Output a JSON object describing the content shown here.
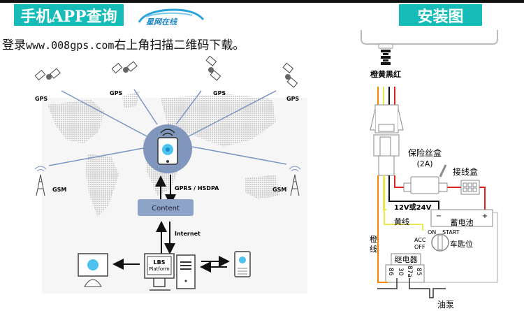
{
  "header": {
    "left_tag": "手机APP查询",
    "logo_text": "星网在线",
    "right_tag": "安装图",
    "accent_color": "#16bcb7"
  },
  "instruction": {
    "prefix": "登录",
    "url": "www.008gps.com",
    "suffix": "右上角扫描二维码下载。"
  },
  "network_diagram": {
    "satellites": [
      "GPS",
      "GPS",
      "GPS",
      "GPS"
    ],
    "towers": [
      "GSM",
      "GSM"
    ],
    "link_gprs": "GPRS / HSDPA",
    "content_box": "Content",
    "link_internet": "Internet",
    "platform_line1": "LBS",
    "platform_line2": "Platform"
  },
  "wiring_diagram": {
    "wire_colors_label": "橙黄黑红",
    "fuse_box": "保险丝盒",
    "fuse_rating": "(2A)",
    "junction_box": "接线盒",
    "voltage": "12V或24V",
    "battery": "蓄电池",
    "battery_minus": "−",
    "battery_plus": "+",
    "yellow_wire": "黄线",
    "orange_wire_1": "橙",
    "orange_wire_2": "线",
    "key_on": "ON",
    "key_start": "START",
    "key_acc": "ACC",
    "key_off": "OFF",
    "key_position": "车匙位",
    "relay": "继电器",
    "relay_pins": [
      "86",
      "30",
      "87a",
      "85"
    ],
    "fuel_pump": "油泵",
    "wire_palette": {
      "orange": "#f28a00",
      "yellow": "#e8e84a",
      "black": "#111111",
      "red": "#e0201c"
    }
  }
}
